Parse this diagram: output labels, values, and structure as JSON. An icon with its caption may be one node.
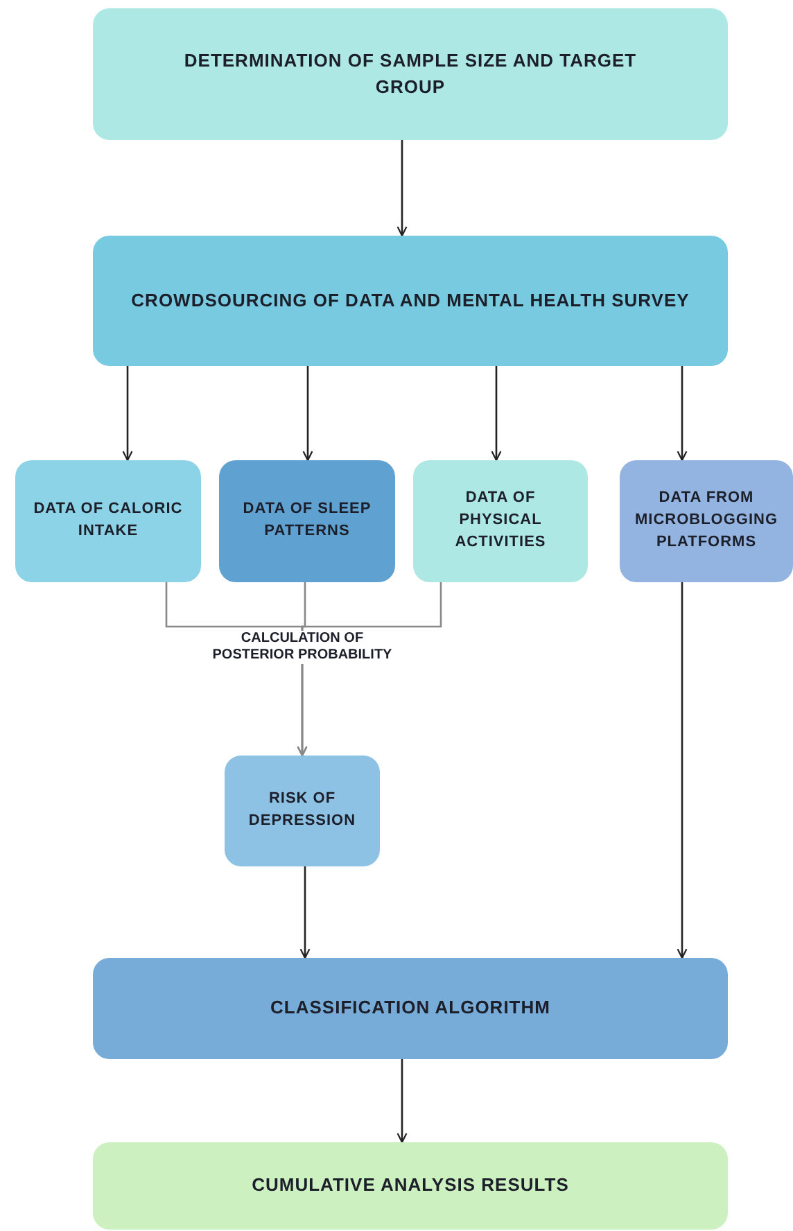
{
  "diagram": {
    "nodes": [
      {
        "text": [
          "DETERMINATION OF SAMPLE SIZE AND TARGET GROUP"
        ]
      },
      {
        "text": [
          "CROWDSOURCING OF DATA AND MENTAL HEALTH SURVEY"
        ]
      },
      {
        "text": [
          "DATA OF CALORIC INTAKE"
        ]
      },
      {
        "text": [
          "DATA OF SLEEP PATTERNS"
        ]
      },
      {
        "text": [
          "DATA OF PHYSICAL ACTIVITIES"
        ]
      },
      {
        "text": [
          "DATA FROM MICROBLOGGING PLATFORMS"
        ]
      },
      {
        "text": [
          "RISK OF DEPRESSION"
        ]
      },
      {
        "text": [
          "CLASSIFICATION ALGORITHM"
        ]
      },
      {
        "text": [
          "CUMULATIVE ANALYSIS RESULTS"
        ]
      }
    ],
    "edges": [
      {
        "from": 0,
        "to": 1,
        "arrow": "to"
      },
      {
        "from": 1,
        "to": 2,
        "arrow": "to"
      },
      {
        "from": 1,
        "to": 3,
        "arrow": "to"
      },
      {
        "from": 1,
        "to": 4,
        "arrow": "to"
      },
      {
        "from": 1,
        "to": 5,
        "arrow": "to"
      },
      {
        "from": 2,
        "to": 6,
        "arrow": "to",
        "color": "#888888"
      },
      {
        "from": 3,
        "to": 6,
        "arrow": "to",
        "label": "CALCULATION OF POSTERIOR PROBABILITY",
        "color": "#888888"
      },
      {
        "from": 4,
        "to": 6,
        "arrow": "to",
        "color": "#888888"
      },
      {
        "from": 6,
        "to": 7,
        "arrow": "to"
      },
      {
        "from": 5,
        "to": 7,
        "arrow": "to"
      },
      {
        "from": 7,
        "to": 8,
        "arrow": "to"
      }
    ]
  }
}
